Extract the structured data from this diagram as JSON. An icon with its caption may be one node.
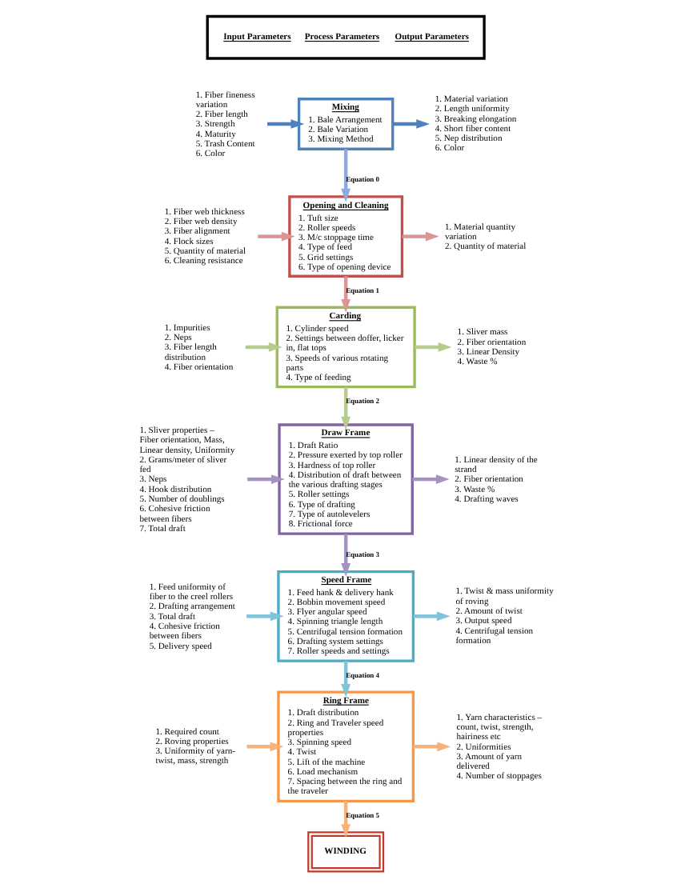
{
  "diagram": {
    "nodes": [
      {
        "text": [
          "Input Parameters",
          "Process Parameters",
          "Output Parameters"
        ]
      },
      {
        "text": [
          "1. Fiber fineness variation",
          "2. Fiber length",
          "3. Strength",
          "4. Maturity",
          "5. Trash Content",
          "6. Color"
        ]
      },
      {
        "text": [
          "Mixing",
          "1. Bale Arrangement",
          "2. Bale Variation",
          "3. Mixing Method"
        ]
      },
      {
        "text": [
          "1. Material variation",
          "2. Length uniformity",
          "3. Breaking elongation",
          "4. Short fiber content",
          "5. Nep distribution",
          "6. Color"
        ]
      },
      {
        "text": [
          "1. Fiber web thickness",
          "2. Fiber web density",
          "3. Fiber alignment",
          "4. Flock sizes",
          "5. Quantity of material",
          "6. Cleaning resistance"
        ]
      },
      {
        "text": [
          "Opening and Cleaning",
          "1. Tuft size",
          "2. Roller speeds",
          "3. M/c stoppage time",
          "4. Type of feed",
          "5. Grid settings",
          "6. Type of opening device"
        ]
      },
      {
        "text": [
          "1. Material quantity variation",
          "2. Quantity of material"
        ]
      },
      {
        "text": [
          "1. Impurities",
          "2. Neps",
          "3. Fiber length distribution",
          "4. Fiber orientation"
        ]
      },
      {
        "text": [
          "Carding",
          "1. Cylinder speed",
          "2. Settings between doffer, licker in, flat tops",
          "3. Speeds of various rotating parts",
          "4. Type of feeding"
        ]
      },
      {
        "text": [
          "1. Sliver mass",
          "2. Fiber orientation",
          "3. Linear Density",
          "4. Waste %"
        ]
      },
      {
        "text": [
          "1. Sliver properties – Fiber orientation, Mass, Linear density, Uniformity",
          "2. Grams/meter of sliver fed",
          "3. Neps",
          "4. Hook distribution",
          "5. Number of doublings",
          "6. Cohesive friction between fibers",
          "7. Total draft"
        ]
      },
      {
        "text": [
          "Draw Frame",
          "1. Draft Ratio",
          "2. Pressure exerted by top roller",
          "3. Hardness of top roller",
          "4. Distribution of draft between the various drafting stages",
          "5. Roller settings",
          "6. Type of drafting",
          "7. Type of autolevelers",
          "8. Frictional force"
        ]
      },
      {
        "text": [
          "1. Linear density of the strand",
          "2. Fiber orientation",
          "3. Waste %",
          "4. Drafting waves"
        ]
      },
      {
        "text": [
          "1. Feed uniformity of fiber to the creel rollers",
          "2. Drafting arrangement",
          "3. Total draft",
          "4. Cohesive friction between fibers",
          "5. Delivery speed"
        ]
      },
      {
        "text": [
          "Speed Frame",
          "1. Feed hank & delivery hank",
          "2. Bobbin movement speed",
          "3. Flyer angular speed",
          "4. Spinning triangle length",
          "5. Centrifugal tension formation",
          "6. Drafting system settings",
          "7. Roller speeds and settings"
        ]
      },
      {
        "text": [
          "1. Twist & mass uniformity of roving",
          "2. Amount of twist",
          "3. Output speed",
          "4. Centrifugal tension formation"
        ]
      },
      {
        "text": [
          "1. Required count",
          "2. Roving properties",
          "3. Uniformity of yarn- twist, mass, strength"
        ]
      },
      {
        "text": [
          "Ring Frame",
          "1. Draft distribution",
          "2. Ring and Traveler speed properties",
          "3. Spinning speed",
          "4. Twist",
          "5. Lift of the machine",
          "6. Load mechanism",
          "7. Spacing between the ring and the traveler"
        ]
      },
      {
        "text": [
          "1. Yarn characteristics – count, twist, strength, hairiness etc",
          "2. Uniformities",
          "3. Amount of yarn delivered",
          "4. Number of stoppages"
        ]
      },
      {
        "text": [
          "WINDING"
        ]
      }
    ],
    "edges": [
      {
        "from": 1,
        "to": 2,
        "arrow": "to",
        "color": "#4f81bd"
      },
      {
        "from": 2,
        "to": 3,
        "arrow": "to",
        "color": "#4f81bd"
      },
      {
        "from": 2,
        "to": 5,
        "arrow": "to",
        "label": "Equation 0",
        "color": "#8ea9db"
      },
      {
        "from": 4,
        "to": 5,
        "arrow": "to",
        "color": "#d99694"
      },
      {
        "from": 5,
        "to": 6,
        "arrow": "to",
        "color": "#d99694"
      },
      {
        "from": 5,
        "to": 8,
        "arrow": "to",
        "label": "Equation 1",
        "color": "#d99694"
      },
      {
        "from": 7,
        "to": 8,
        "arrow": "to",
        "color": "#b5cc8e"
      },
      {
        "from": 8,
        "to": 9,
        "arrow": "to",
        "color": "#b5cc8e"
      },
      {
        "from": 8,
        "to": 11,
        "arrow": "to",
        "label": "Equation 2",
        "color": "#b5cc8e"
      },
      {
        "from": 10,
        "to": 11,
        "arrow": "to",
        "color": "#a493c2"
      },
      {
        "from": 11,
        "to": 12,
        "arrow": "to",
        "color": "#a493c2"
      },
      {
        "from": 11,
        "to": 14,
        "arrow": "to",
        "label": "Equation 3",
        "color": "#a493c2"
      },
      {
        "from": 13,
        "to": 14,
        "arrow": "to",
        "color": "#7fc4da"
      },
      {
        "from": 14,
        "to": 15,
        "arrow": "to",
        "color": "#7fc4da"
      },
      {
        "from": 14,
        "to": 17,
        "arrow": "to",
        "label": "Equation 4",
        "color": "#7fc4da"
      },
      {
        "from": 16,
        "to": 17,
        "arrow": "to",
        "color": "#f7b27a"
      },
      {
        "from": 17,
        "to": 18,
        "arrow": "to",
        "color": "#f7b27a"
      },
      {
        "from": 17,
        "to": 19,
        "arrow": "to",
        "label": "Equation 5",
        "color": "#f7b27a"
      }
    ]
  }
}
